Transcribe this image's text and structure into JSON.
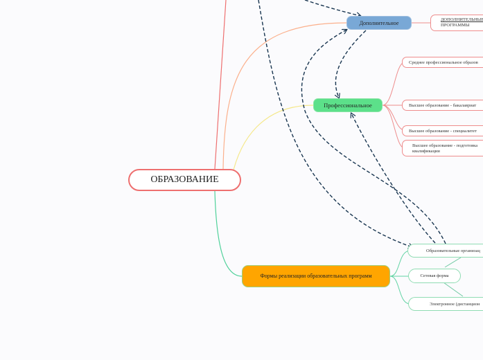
{
  "root": {
    "label": "ОБРАЗОВАНИЕ"
  },
  "branches": {
    "dop": {
      "label": "Дополнительное"
    },
    "prof": {
      "label": "Профессиональное"
    },
    "forms": {
      "label": "Формы реализации образовательных программ"
    }
  },
  "dop_children": [
    {
      "line1": "ДОПОЛНИТЕЛЬНЫЕ",
      "line2": "ПРОГРАММЫ"
    }
  ],
  "prof_children": [
    {
      "label": "Среднее профессиональное образов"
    },
    {
      "label": "Высшее образование - бакалавриат"
    },
    {
      "label": "Высшее образование - специалитет"
    },
    {
      "line1": "Высшее образование - подготовка",
      "line2": "квалификации"
    }
  ],
  "forms_children": [
    {
      "label": "Образовательные организац"
    },
    {
      "label": "Сетевая форма"
    },
    {
      "label": "Электронное (дистанцион"
    }
  ],
  "colors": {
    "root_border": "#ee6f6f",
    "dop_fill": "#79a8d6",
    "prof_fill": "#5ce08a",
    "forms_fill": "#ffa500",
    "relation_line": "#17344f"
  }
}
